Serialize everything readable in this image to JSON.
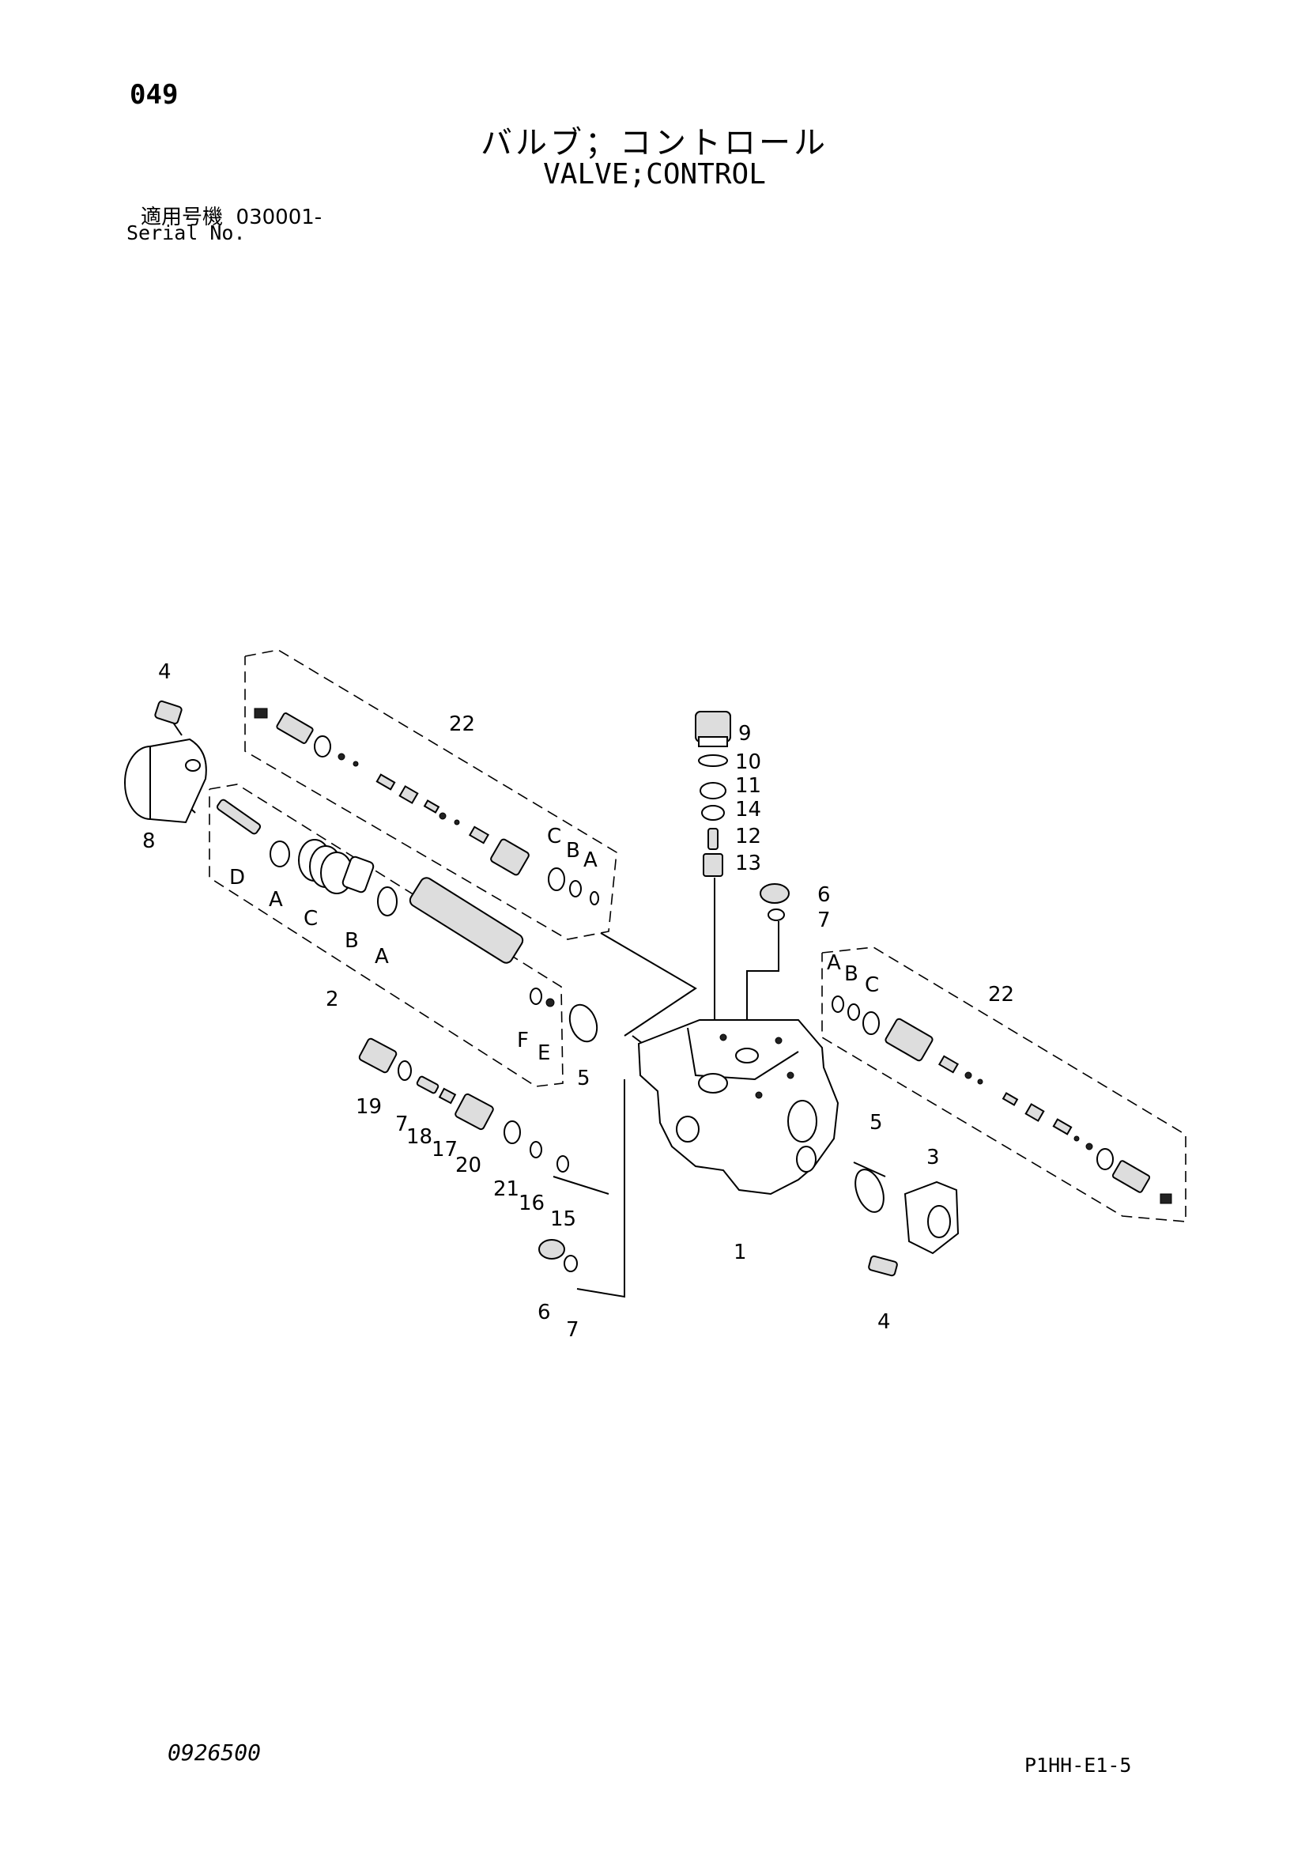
{
  "header": {
    "page_number": "049",
    "title_jp": "バルブ；コントロール",
    "title_en": "VALVE;CONTROL",
    "serial_label_jp": "適用号機",
    "serial_value": "030001-",
    "serial_label_en": "Serial No."
  },
  "callouts": {
    "c4_top": "4",
    "c8": "8",
    "c22_top": "22",
    "cD": "D",
    "cA1": "A",
    "cC1": "C",
    "cB1": "B",
    "cA2": "A",
    "c2": "2",
    "cF": "F",
    "cE": "E",
    "cC_top": "C",
    "cB_top": "B",
    "cA_top": "A",
    "c9": "9",
    "c10": "10",
    "c11": "11",
    "c14": "14",
    "c12": "12",
    "c13": "13",
    "c6_right": "6",
    "c7_right": "7",
    "cA_right": "A",
    "cB_right": "B",
    "cC_right": "C",
    "c22_right": "22",
    "c5_left": "5",
    "c19": "19",
    "c7_mid": "7",
    "c18": "18",
    "c17": "17",
    "c20": "20",
    "c21": "21",
    "c16": "16",
    "c15": "15",
    "c6_bottom": "6",
    "c7_bottom": "7",
    "c1": "1",
    "c5_right": "5",
    "c3": "3",
    "c4_bottom": "4"
  },
  "footer": {
    "doc_code": "0926500",
    "page_code": "P1HH-E1-5"
  }
}
